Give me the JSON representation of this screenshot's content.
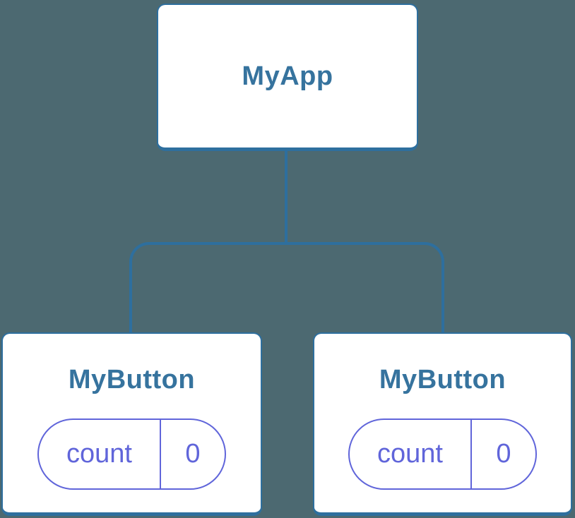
{
  "colors": {
    "background": "#4C6971",
    "node_background": "#FFFFFF",
    "node_border": "#2E6F9E",
    "node_label": "#36739E",
    "connector": "#2E6F9E",
    "state_accent": "#6065DA"
  },
  "tree": {
    "root": {
      "label": "MyApp"
    },
    "children": [
      {
        "label": "MyButton",
        "state": {
          "key": "count",
          "value": "0"
        }
      },
      {
        "label": "MyButton",
        "state": {
          "key": "count",
          "value": "0"
        }
      }
    ]
  }
}
